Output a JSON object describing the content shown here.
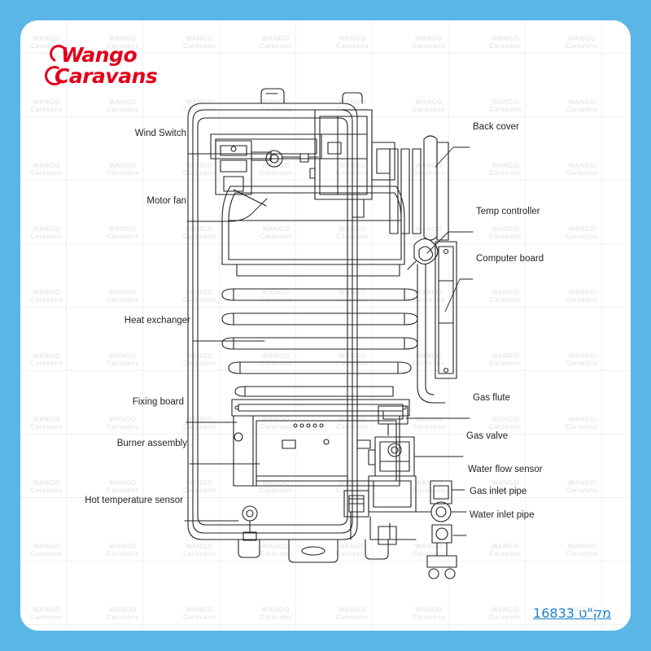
{
  "page": {
    "background_color": "#5bb6e8",
    "card_color": "#ffffff",
    "sku_text": "מק\"ט 16833",
    "sku_color": "#1b7fc4"
  },
  "logo": {
    "line1": "Wango",
    "line2": "Caravans",
    "color": "#e2001a"
  },
  "watermark": {
    "line1": "WANGO",
    "line2": "Caravans",
    "color": "#e6e9ec"
  },
  "diagram": {
    "title": "Gas water heater exploded parts diagram",
    "labels": [
      {
        "id": "wind-switch",
        "text": "Wind Switch",
        "side": "left"
      },
      {
        "id": "motor-fan",
        "text": "Motor fan",
        "side": "left"
      },
      {
        "id": "heat-exchanger",
        "text": "Heat exchanger",
        "side": "left"
      },
      {
        "id": "fixing-board",
        "text": "Fixing board",
        "side": "left"
      },
      {
        "id": "burner-assembly",
        "text": "Burner assembly",
        "side": "left"
      },
      {
        "id": "hot-temperature-sensor",
        "text": "Hot temperature sensor",
        "side": "left"
      },
      {
        "id": "back-cover",
        "text": "Back cover",
        "side": "right"
      },
      {
        "id": "temp-controller",
        "text": "Temp controller",
        "side": "right"
      },
      {
        "id": "computer-board",
        "text": "Computer board",
        "side": "right"
      },
      {
        "id": "gas-flute",
        "text": "Gas flute",
        "side": "right"
      },
      {
        "id": "gas-valve",
        "text": "Gas valve",
        "side": "right"
      },
      {
        "id": "water-flow-sensor",
        "text": "Water flow sensor",
        "side": "right"
      },
      {
        "id": "gas-inlet-pipe",
        "text": "Gas inlet pipe",
        "side": "right"
      },
      {
        "id": "water-inlet-pipe",
        "text": "Water inlet pipe",
        "side": "right"
      }
    ]
  }
}
